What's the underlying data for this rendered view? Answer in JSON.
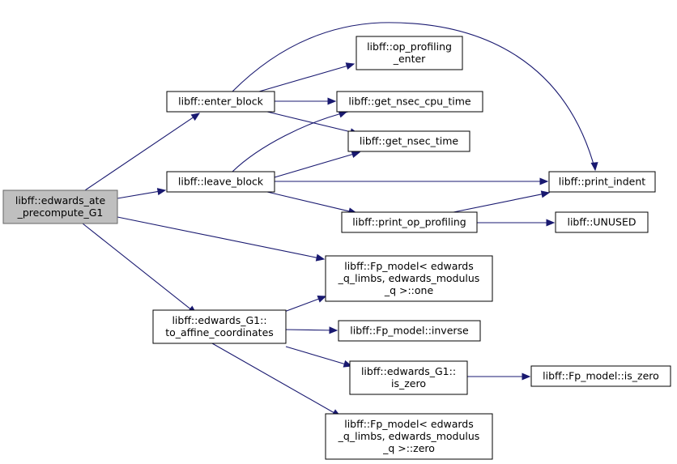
{
  "nodes": [
    {
      "id": "edwards_ate_precompute_G1",
      "lines": [
        "libff::edwards_ate",
        "_precompute_G1"
      ],
      "root": true
    },
    {
      "id": "enter_block",
      "lines": [
        "libff::enter_block"
      ]
    },
    {
      "id": "leave_block",
      "lines": [
        "libff::leave_block"
      ]
    },
    {
      "id": "op_profiling_enter",
      "lines": [
        "libff::op_profiling",
        "_enter"
      ]
    },
    {
      "id": "get_nsec_cpu_time",
      "lines": [
        "libff::get_nsec_cpu_time"
      ]
    },
    {
      "id": "get_nsec_time",
      "lines": [
        "libff::get_nsec_time"
      ]
    },
    {
      "id": "print_indent",
      "lines": [
        "libff::print_indent"
      ]
    },
    {
      "id": "print_op_profiling",
      "lines": [
        "libff::print_op_profiling"
      ]
    },
    {
      "id": "UNUSED",
      "lines": [
        "libff::UNUSED"
      ]
    },
    {
      "id": "fp_model_one",
      "lines": [
        "libff::Fp_model< edwards",
        "_q_limbs, edwards_modulus",
        "_q >::one"
      ]
    },
    {
      "id": "to_affine_coordinates",
      "lines": [
        "libff::edwards_G1::",
        "to_affine_coordinates"
      ]
    },
    {
      "id": "fp_model_inverse",
      "lines": [
        "libff::Fp_model::inverse"
      ]
    },
    {
      "id": "edwards_G1_is_zero",
      "lines": [
        "libff::edwards_G1::",
        "is_zero"
      ]
    },
    {
      "id": "fp_model_is_zero",
      "lines": [
        "libff::Fp_model::is_zero"
      ]
    },
    {
      "id": "fp_model_zero",
      "lines": [
        "libff::Fp_model< edwards",
        "_q_limbs, edwards_modulus",
        "_q >::zero"
      ]
    }
  ],
  "edges": [
    {
      "from": "edwards_ate_precompute_G1",
      "to": "enter_block"
    },
    {
      "from": "edwards_ate_precompute_G1",
      "to": "leave_block"
    },
    {
      "from": "edwards_ate_precompute_G1",
      "to": "fp_model_one"
    },
    {
      "from": "edwards_ate_precompute_G1",
      "to": "to_affine_coordinates"
    },
    {
      "from": "enter_block",
      "to": "op_profiling_enter"
    },
    {
      "from": "enter_block",
      "to": "get_nsec_cpu_time"
    },
    {
      "from": "enter_block",
      "to": "get_nsec_time"
    },
    {
      "from": "enter_block",
      "to": "print_indent"
    },
    {
      "from": "leave_block",
      "to": "get_nsec_cpu_time"
    },
    {
      "from": "leave_block",
      "to": "get_nsec_time"
    },
    {
      "from": "leave_block",
      "to": "print_indent"
    },
    {
      "from": "leave_block",
      "to": "print_op_profiling"
    },
    {
      "from": "print_op_profiling",
      "to": "print_indent"
    },
    {
      "from": "print_op_profiling",
      "to": "UNUSED"
    },
    {
      "from": "to_affine_coordinates",
      "to": "fp_model_one"
    },
    {
      "from": "to_affine_coordinates",
      "to": "fp_model_inverse"
    },
    {
      "from": "to_affine_coordinates",
      "to": "edwards_G1_is_zero"
    },
    {
      "from": "to_affine_coordinates",
      "to": "fp_model_zero"
    },
    {
      "from": "edwards_G1_is_zero",
      "to": "fp_model_is_zero"
    }
  ],
  "colors": {
    "edge": "#191970",
    "node_border": "#000000",
    "root_fill": "#bfbfbf",
    "root_border": "#666666",
    "node_fill": "#ffffff"
  }
}
